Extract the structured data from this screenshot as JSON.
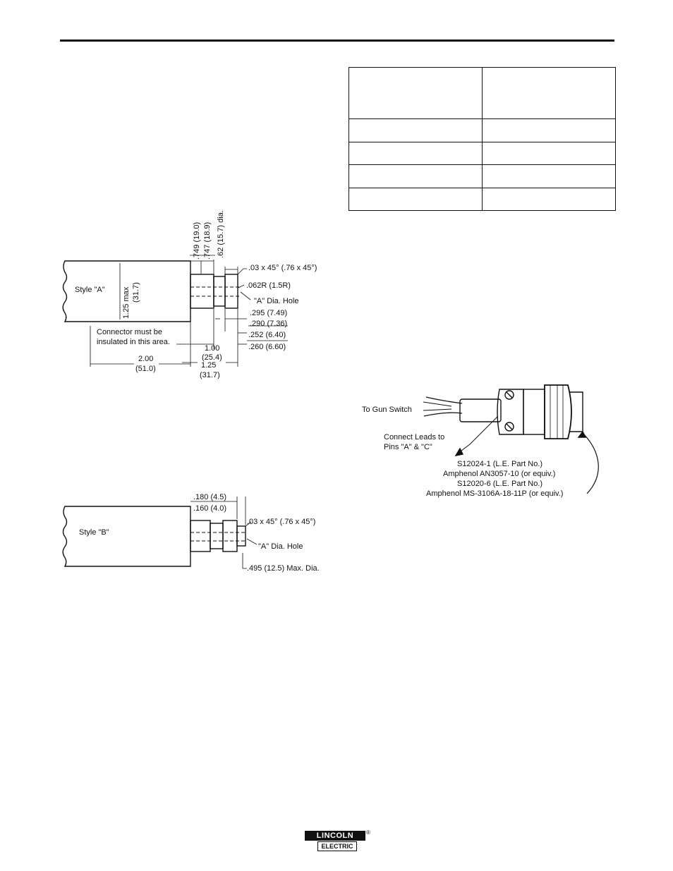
{
  "figure_a": {
    "style_label": "Style \"A\"",
    "dim_749": ".749 (19.0)",
    "dim_747": ".747 (18.9)",
    "dim_62": ".62 (15.7) dia.",
    "dim_chamfer": ".03 x 45° (.76 x 45°)",
    "dim_radius": ".062R (1.5R)",
    "hole_label": "\"A\" Dia. Hole",
    "dim_125max_a": "1.25 max",
    "dim_125max_b": "(31.7)",
    "dim_295": ".295 (7.49)",
    "dim_290": ".290 (7.36)",
    "dim_252": ".252 (6.40)",
    "dim_260": ".260 (6.60)",
    "note_line1": "Connector must be",
    "note_line2": "insulated in this area.",
    "dim_100_a": "1.00",
    "dim_100_b": "(25.4)",
    "dim_200_a": "2.00",
    "dim_200_b": "(51.0)",
    "dim_125_a": "1.25",
    "dim_125_b": "(31.7)"
  },
  "figure_b": {
    "style_label": "Style \"B\"",
    "dim_180": ".180 (4.5)",
    "dim_160": ".160 (4.0)",
    "dim_chamfer": ".03 x 45° (.76 x 45°)",
    "hole_label": "\"A\" Dia. Hole",
    "dim_495": ".495 (12.5) Max. Dia."
  },
  "connector_figure": {
    "gun_switch": "To Gun Switch",
    "connect_line1": "Connect Leads to",
    "connect_line2": "Pins \"A\" & \"C\"",
    "part_line1": "S12024-1 (L.E. Part No.)",
    "part_line2": "Amphenol AN3057-10 (or equiv.)",
    "part_line3": "S12020-6 (L.E. Part No.)",
    "part_line4": "Amphenol MS-3106A-18-11P (or equiv.)"
  },
  "logo": {
    "top": "LINCOLN",
    "bottom": "ELECTRIC",
    "reg": "®"
  }
}
